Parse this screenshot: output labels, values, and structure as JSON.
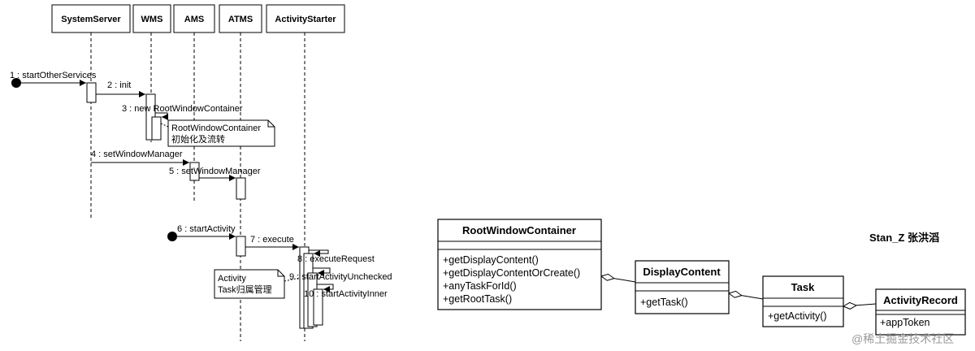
{
  "sequence": {
    "participants": [
      "SystemServer",
      "WMS",
      "AMS",
      "ATMS",
      "ActivityStarter"
    ],
    "messages": [
      {
        "label": "1 : startOtherServices"
      },
      {
        "label": "2 : init"
      },
      {
        "label": "3 : new RootWindowContainer"
      },
      {
        "label": "4 : setWindowManager"
      },
      {
        "label": "5 : setWindowManager"
      },
      {
        "label": "6 : startActivity"
      },
      {
        "label": "7 : execute"
      },
      {
        "label": "8 : executeRequest"
      },
      {
        "label": "9 : startActivityUnchecked"
      },
      {
        "label": "10 : startActivityInner"
      }
    ],
    "notes": [
      {
        "lines": [
          "RootWindowContainer",
          "初始化及流转"
        ]
      },
      {
        "lines": [
          "Activity",
          "Task归属管理"
        ]
      }
    ]
  },
  "class_diagram": {
    "classes": [
      {
        "name": "RootWindowContainer",
        "members": [
          "+getDisplayContent()",
          "+getDisplayContentOrCreate()",
          "+anyTaskForId()",
          "+getRootTask()"
        ]
      },
      {
        "name": "DisplayContent",
        "members": [
          "+getTask()"
        ]
      },
      {
        "name": "Task",
        "members": [
          "+getActivity()"
        ]
      },
      {
        "name": "ActivityRecord",
        "members": [
          "+appToken"
        ]
      }
    ]
  },
  "author_label": "Stan_Z 张洪滔",
  "watermark": "@稀土掘金技术社区"
}
